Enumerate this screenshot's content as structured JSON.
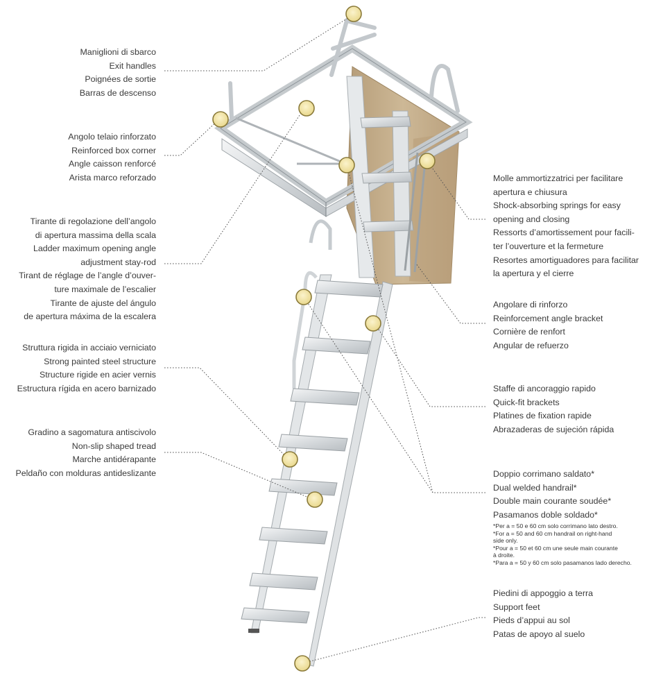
{
  "callouts": {
    "exit_handles": [
      "Maniglioni di sbarco",
      "Exit handles",
      "Poignées de sortie",
      "Barras de descenso"
    ],
    "box_corner": [
      "Angolo telaio rinforzato",
      "Reinforced box corner",
      "Angle caisson renforcé",
      "Arista marco reforzado"
    ],
    "stay_rod": [
      "Tirante di regolazione dell’angolo",
      "di apertura massima della scala",
      "Ladder maximum opening angle",
      "adjustment stay-rod",
      "Tirant de réglage de l’angle d’ouver-",
      "ture maximale de l’escalier",
      "Tirante de ajuste del ángulo",
      "de apertura máxima de la escalera"
    ],
    "steel_structure": [
      "Struttura rigida in acciaio verniciato",
      "Strong painted steel structure",
      "Structure rigide en acier vernis",
      "Estructura rígida en acero barnizado"
    ],
    "non_slip_tread": [
      "Gradino a sagomatura antiscivolo",
      "Non-slip shaped tread",
      "Marche antidérapante",
      "Peldaño con molduras antideslizante"
    ],
    "springs": [
      "Molle ammortizzatrici per facilitare",
      "apertura e chiusura",
      "Shock-absorbing springs for easy",
      "opening and closing",
      "Ressorts d’amortissement pour facili-",
      "ter l’ouverture et la fermeture",
      "Resortes amortiguadores para facilitar",
      "la apertura y el cierre"
    ],
    "angle_bracket": [
      "Angolare di rinforzo",
      "Reinforcement angle bracket",
      "Cornière de renfort",
      "Angular de refuerzo"
    ],
    "quick_fit": [
      "Staffe di ancoraggio rapido",
      "Quick-fit brackets",
      "Platines de fixation rapide",
      "Abrazaderas de sujeción rápida"
    ],
    "handrail": [
      "Doppio corrimano saldato*",
      "Dual welded handrail*",
      "Double main courante soudée*",
      "Pasamanos doble soldado*"
    ],
    "handrail_notes": [
      "*Per a = 50 e 60 cm solo corrimano lato destro.",
      "*For a = 50 and 60 cm handrail on right-hand",
      "side only.",
      "*Pour a = 50 et 60 cm une seule main courante",
      "à droite.",
      "*Para a = 50 y 60 cm solo pasamanos lado derecho."
    ],
    "support_feet": [
      "Piedini di appoggio a terra",
      "Support feet",
      "Pieds d’appui au sol",
      "Patas de apoyo al suelo"
    ]
  },
  "colors": {
    "text": "#3a3a3a",
    "dotted_line": "#555555",
    "marker_fill": "#f4e7a8",
    "marker_ring": "#8a7a3a",
    "aluminium": "#d9dde0",
    "panel": "#c9b595"
  }
}
